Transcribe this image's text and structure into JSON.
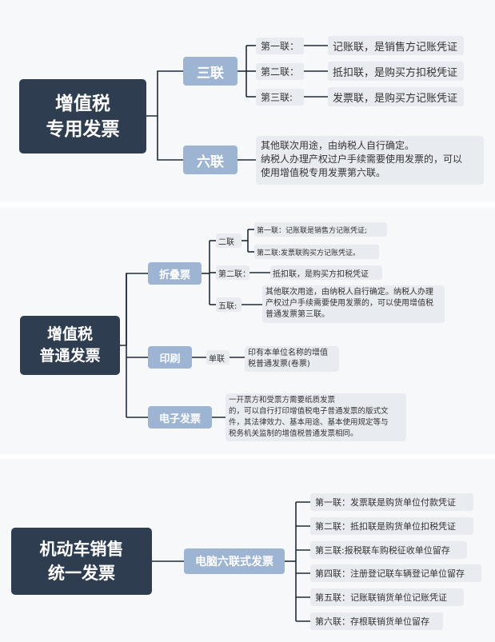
{
  "section1": {
    "root_line1": "增值税",
    "root_line2": "专用发票",
    "branch_sanlian": "三联",
    "sanlian_items": [
      {
        "label": "第一联：",
        "desc": "记账联，是销售方记账凭证"
      },
      {
        "label": "第二联：",
        "desc": "抵扣联，是购买方扣税凭证"
      },
      {
        "label": "第三联:",
        "desc": "发票联，是购买方记账凭证"
      }
    ],
    "branch_liulian": "六联",
    "liulian_lines": [
      "其他联次用途，由纳税人自行确定。",
      "纳税人办理产权过户手续需要使用发票的，可以",
      "使用增值税专用发票第六联。"
    ]
  },
  "section2": {
    "root_line1": "增值税",
    "root_line2": "普通发票",
    "branch_zhedie": "折叠票",
    "erlian_label": "二联",
    "erlian_items": [
      "第一联：记账联是销售方记账凭证;",
      "第二联:发票联购买方记账凭证。"
    ],
    "second_label": "第二联：",
    "second_desc": "抵扣联，是购买方扣税凭证",
    "wulian_label": "五联:",
    "wulian_lines": [
      "其他联次用途，由纳税人自行确定。纳税人办理",
      "产权过户手续需要使用发票的，可以使用增值税",
      "普通发票第三联。"
    ],
    "branch_yinshua": "印刷",
    "danlian_label": "单联",
    "danlian_lines": [
      "印有本单位名称的增值",
      "税普通发票(卷票)"
    ],
    "branch_dianzi": "电子发票",
    "dianzi_lines": [
      "一开票方和受票方需要纸质发票",
      "的，可以自行打印增值税电子普通发票的版式文",
      "件，其法律效力、基本用途、基本使用规定等与",
      "税务机关监制的增值税普通发票相同。"
    ]
  },
  "section3": {
    "root_line1": "机动车销售",
    "root_line2": "统一发票",
    "branch": "电脑六联式发票",
    "items": [
      "第一联：发票联是购货单位付款凭证",
      "第二联：抵扣联是购货单位扣税凭证",
      "第三联:报税联车购税征收单位留存",
      "第四联：注册登记联车辆登记单位留存",
      "第五联：记账联销货单位记账凭证",
      "第六联：存根联销货单位留存"
    ]
  }
}
